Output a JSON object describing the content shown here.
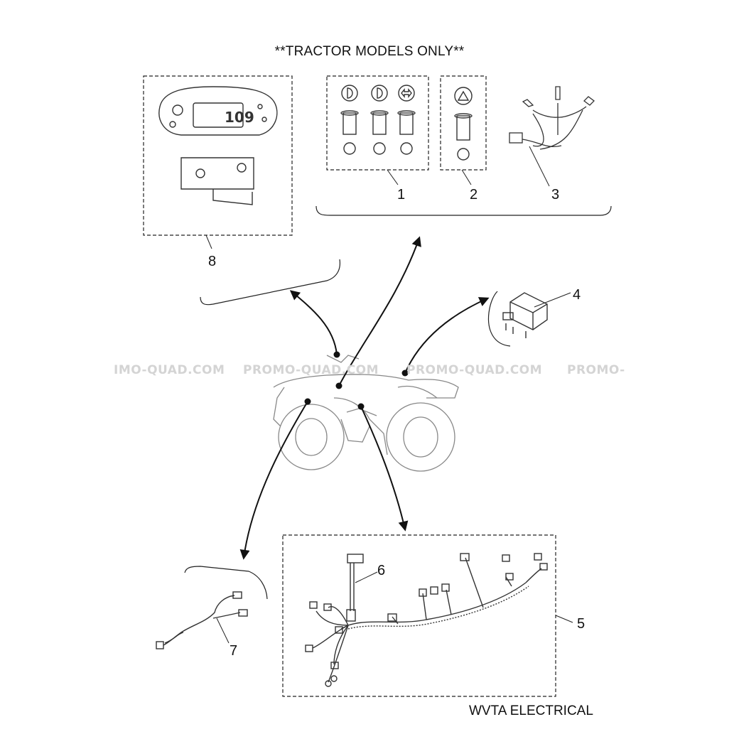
{
  "header": {
    "title": "**TRACTOR MODELS ONLY**"
  },
  "footer": {
    "section_label": "WVTA ELECTRICAL"
  },
  "watermarks": [
    "IMO-QUAD.COM",
    "PROMO-QUAD.COM",
    "PROMO-QUAD.COM",
    "PROMO-"
  ],
  "parts": [
    {
      "number": "1",
      "icon": "indicator-lights-icon"
    },
    {
      "number": "2",
      "icon": "hazard-warning-icon"
    },
    {
      "number": "3",
      "icon": "bulb-harness-icon"
    },
    {
      "number": "4",
      "icon": "relay-icon"
    },
    {
      "number": "5",
      "icon": "main-wiring-harness-icon"
    },
    {
      "number": "6",
      "icon": "connector-lead-icon"
    },
    {
      "number": "7",
      "icon": "sub-harness-icon"
    },
    {
      "number": "8",
      "icon": "speedometer-bracket-icon"
    }
  ],
  "colors": {
    "line": "#111111",
    "watermark": "#d4d4d4",
    "background": "#ffffff"
  }
}
